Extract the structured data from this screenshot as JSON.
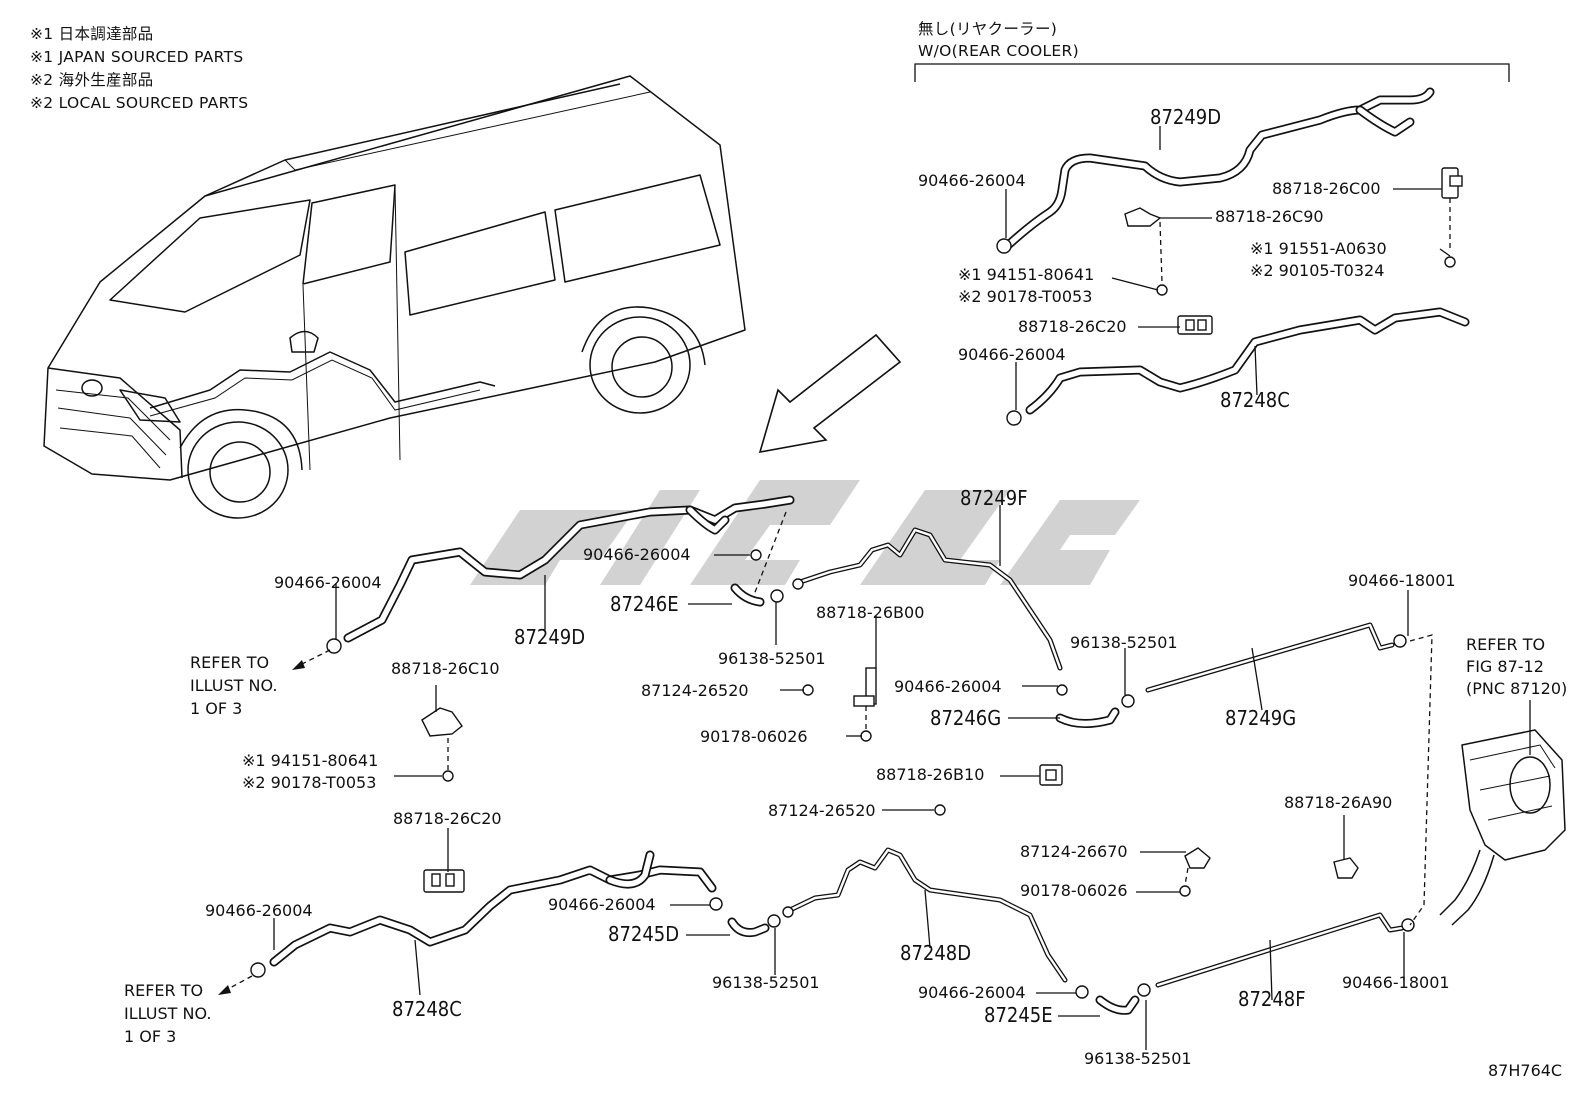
{
  "notes": [
    "※1 日本調達部品",
    "※1 JAPAN SOURCED PARTS",
    "※2 海外生産部品",
    "※2 LOCAL SOURCED PARTS"
  ],
  "variant": {
    "jp": "無し(リヤクーラー)",
    "en": "W/O(REAR COOLER)"
  },
  "refer_illust": {
    "line1": "REFER TO",
    "line2": "ILLUST NO.",
    "line3": "1 OF 3"
  },
  "refer_fig": {
    "line1": "REFER TO",
    "line2": "FIG 87-12",
    "line3": "(PNC 87120)"
  },
  "diagram_code": "87H764C",
  "parts": {
    "p_87249D_top": "87249D",
    "p_90466_26004_a": "90466-26004",
    "p_88718_26C00": "88718-26C00",
    "p_88718_26C90": "88718-26C90",
    "p_s1_91551_A0630": "※1 91551-A0630",
    "p_s2_90105_T0324": "※2 90105-T0324",
    "p_s1_94151_80641_a": "※1 94151-80641",
    "p_s2_90178_T0053_a": "※2 90178-T0053",
    "p_88718_26C20_a": "88718-26C20",
    "p_90466_26004_b": "90466-26004",
    "p_87248C_top": "87248C",
    "p_87249F": "87249F",
    "p_90466_26004_c": "90466-26004",
    "p_87246E": "87246E",
    "p_90466_26004_d": "90466-26004",
    "p_87249D_mid": "87249D",
    "p_96138_52501_a": "96138-52501",
    "p_88718_26B00": "88718-26B00",
    "p_88718_26C10": "88718-26C10",
    "p_87124_26520_a": "87124-26520",
    "p_90466_26004_e": "90466-26004",
    "p_96138_52501_b": "96138-52501",
    "p_90466_18001_a": "90466-18001",
    "p_87246G": "87246G",
    "p_87249G": "87249G",
    "p_90178_06026_a": "90178-06026",
    "p_s1_94151_80641_b": "※1 94151-80641",
    "p_s2_90178_T0053_b": "※2 90178-T0053",
    "p_88718_26B10": "88718-26B10",
    "p_87124_26520_b": "87124-26520",
    "p_88718_26A90": "88718-26A90",
    "p_88718_26C20_b": "88718-26C20",
    "p_87124_26670": "87124-26670",
    "p_90178_06026_b": "90178-06026",
    "p_90466_26004_f": "90466-26004",
    "p_90466_26004_g": "90466-26004",
    "p_87245D": "87245D",
    "p_87248D": "87248D",
    "p_96138_52501_c": "96138-52501",
    "p_87248C_bot": "87248C",
    "p_90466_26004_h": "90466-26004",
    "p_87245E": "87245E",
    "p_87248F": "87248F",
    "p_90466_18001_b": "90466-18001",
    "p_96138_52501_d": "96138-52501"
  }
}
